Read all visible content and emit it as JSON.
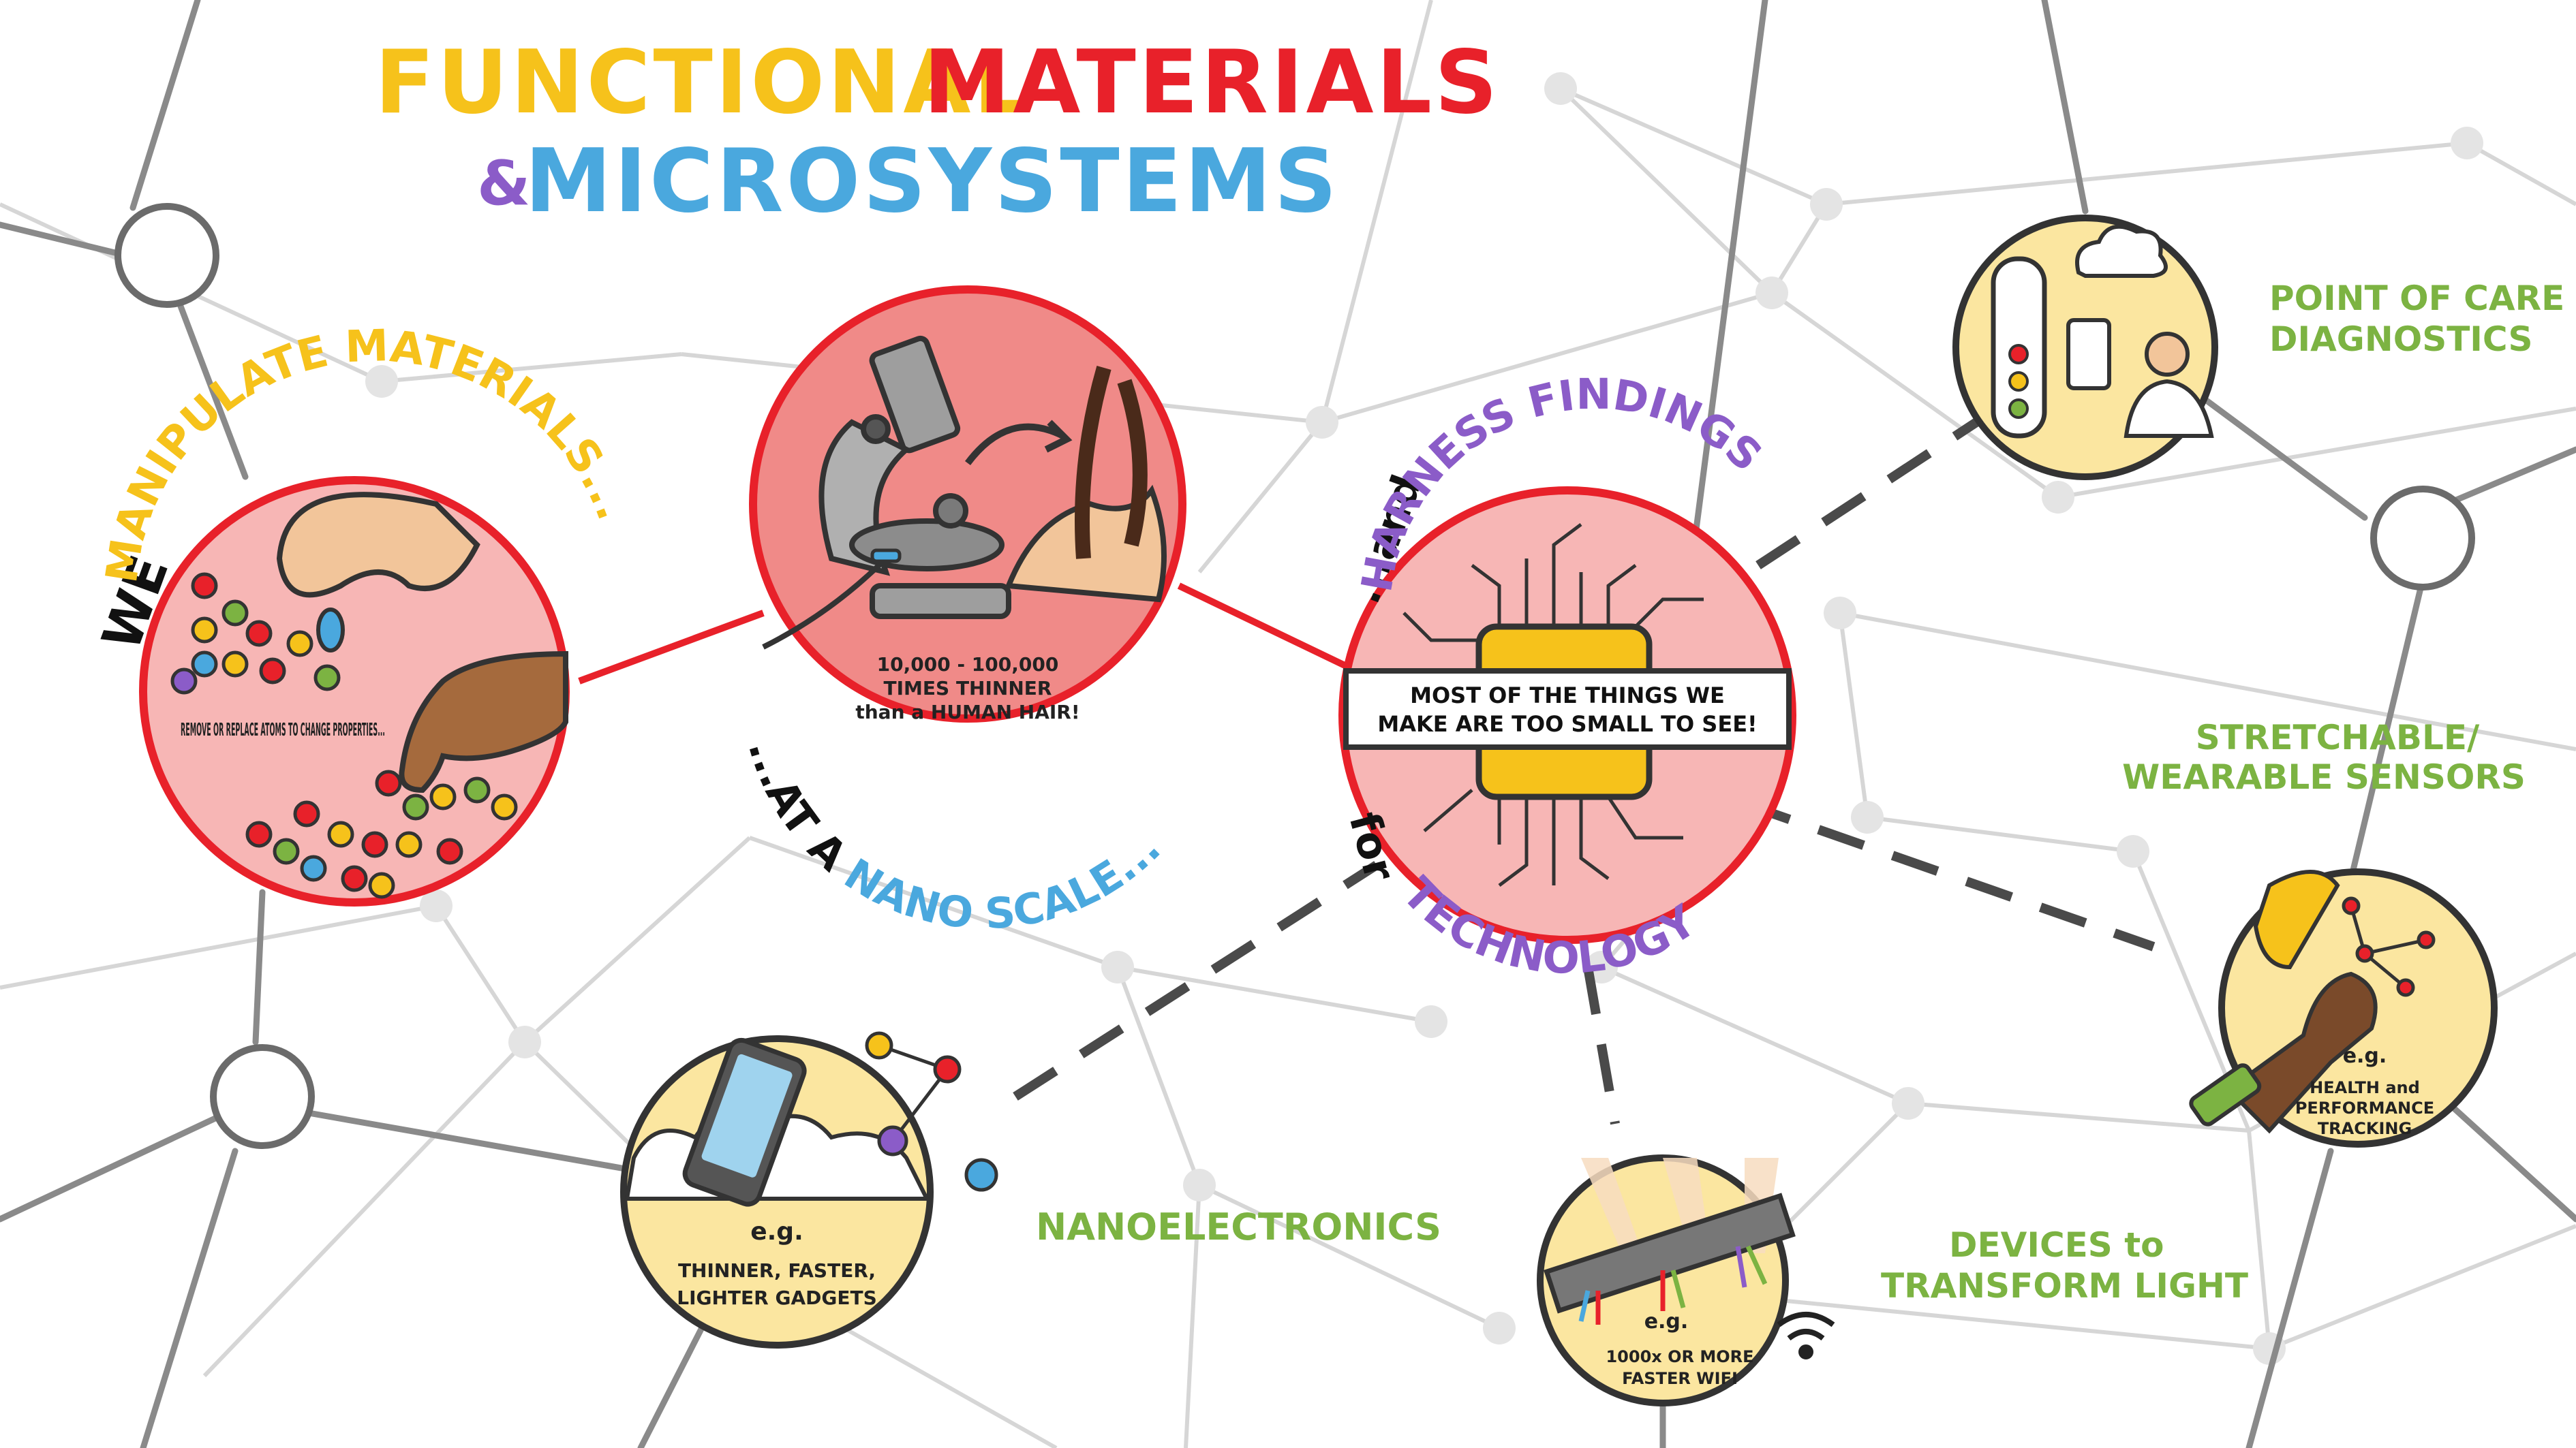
{
  "title": {
    "line1_part1": "FUNCTIONAL",
    "line1_part2": "MATERIALS",
    "ampersand": "&",
    "line2": "MICROSYSTEMS"
  },
  "colors": {
    "yellow": "#f6c21b",
    "red": "#e8212a",
    "blue": "#4aa8de",
    "purple": "#8b5cc8",
    "green": "#7cb342",
    "cream": "#fbe6a0",
    "pink": "#f7b6b5",
    "outline": "#333333",
    "network": "#d6d6d6"
  },
  "center_flow": {
    "we": "WE",
    "manipulate_materials": "MANIPULATE MATERIALS...",
    "atoms_note": "REMOVE OR REPLACE ATOMS TO CHANGE PROPERTIES...",
    "scale_note_line1": "10,000 - 100,000",
    "scale_note_line2": "TIMES THINNER",
    "scale_note_line3": "than a HUMAN HAIR!",
    "at_a": "...AT A",
    "nano_scale": "NANO SCALE...",
    "and": "...and",
    "harness_findings": "HARNESS FINDINGS",
    "banner_line1": "MOST OF THE THINGS WE",
    "banner_line2": "MAKE ARE TOO SMALL TO SEE!",
    "for": "for",
    "technology": "TECHNOLOGY"
  },
  "applications": {
    "point_of_care": {
      "line1": "POINT OF CARE",
      "line2": "DIAGNOSTICS"
    },
    "wearable": {
      "label_line1": "STRETCHABLE/",
      "label_line2": "WEARABLE SENSORS",
      "eg": "e.g.",
      "note_line1": "HEALTH and",
      "note_line2": "PERFORMANCE",
      "note_line3": "TRACKING"
    },
    "nanoelectronics": {
      "label": "NANOELECTRONICS",
      "eg": "e.g.",
      "note_line1": "THINNER, FASTER,",
      "note_line2": "LIGHTER GADGETS"
    },
    "light": {
      "label_line1": "DEVICES to",
      "label_line2": "TRANSFORM LIGHT",
      "eg": "e.g.",
      "note_line1": "1000x OR MORE",
      "note_line2": "FASTER WIFI"
    }
  }
}
